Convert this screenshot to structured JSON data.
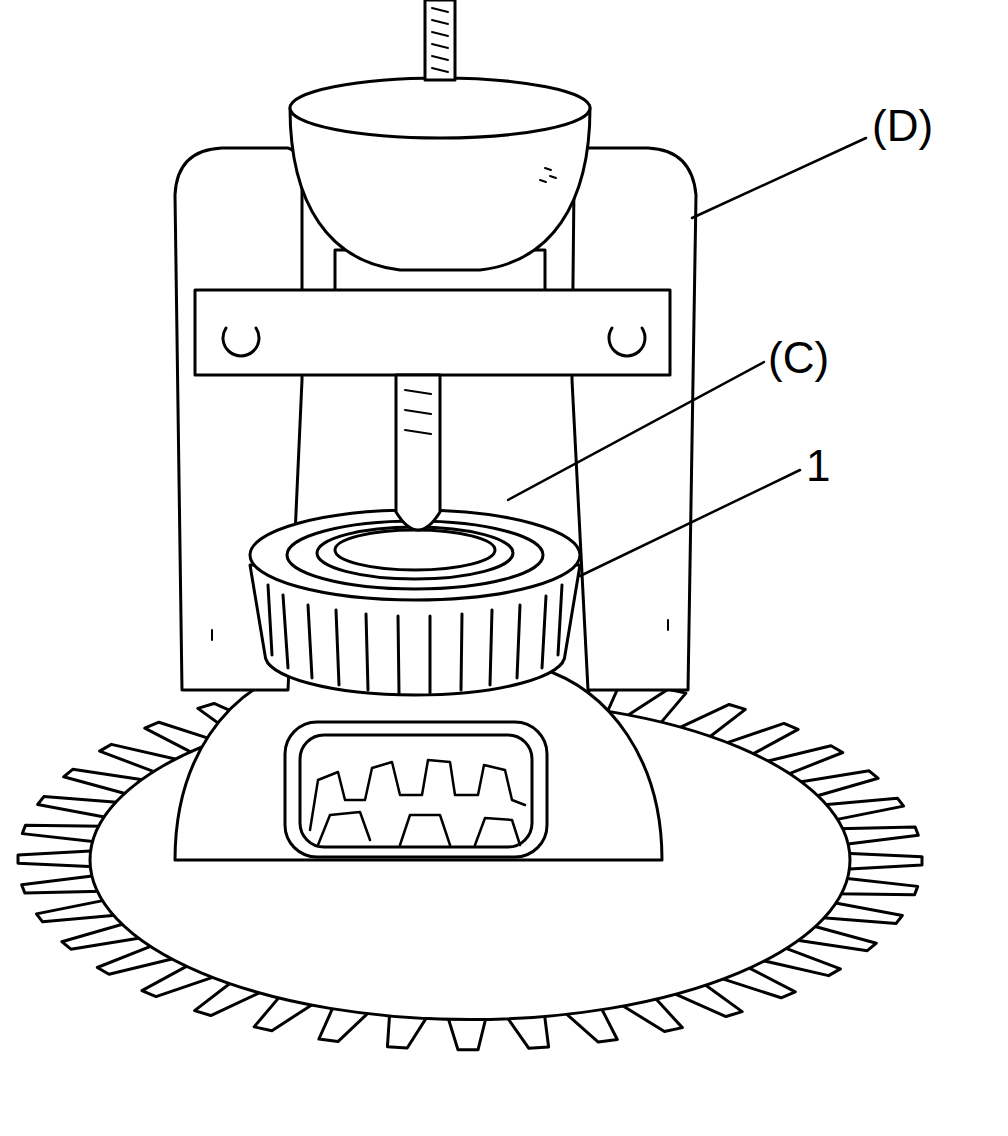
{
  "diagram": {
    "labels": [
      "(D)",
      "(C)",
      "1"
    ]
  }
}
